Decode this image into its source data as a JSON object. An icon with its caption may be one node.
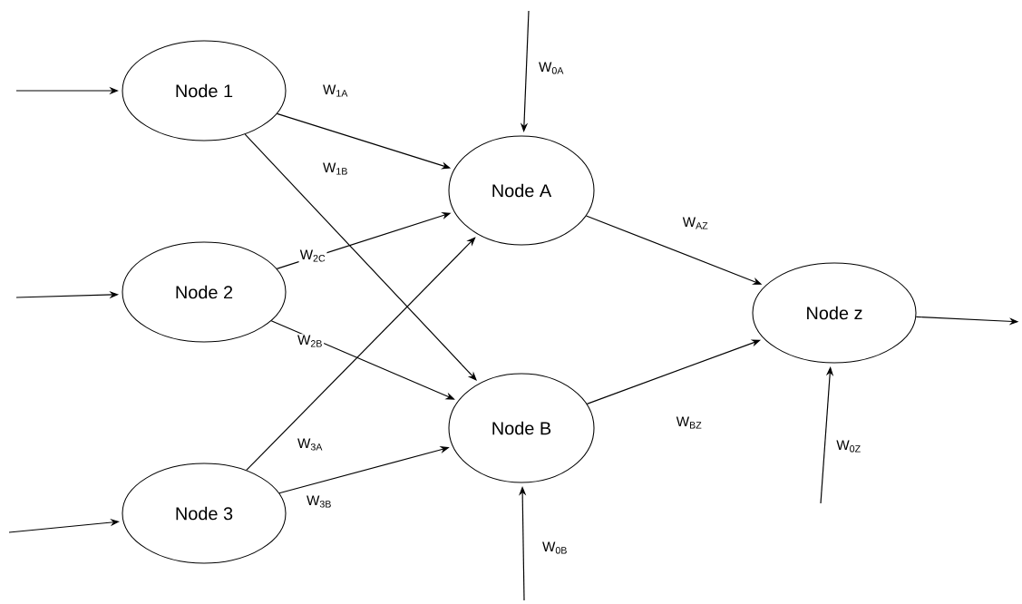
{
  "diagram": {
    "nodes": [
      {
        "text": [
          "Node 1"
        ]
      },
      {
        "text": [
          "Node 2"
        ]
      },
      {
        "text": [
          "Node 3"
        ]
      },
      {
        "text": [
          "Node A"
        ]
      },
      {
        "text": [
          "Node B"
        ]
      },
      {
        "text": [
          "Node z"
        ]
      }
    ],
    "edges": [
      {
        "from": null,
        "to": 0,
        "arrow": "to"
      },
      {
        "from": null,
        "to": 1,
        "arrow": "to"
      },
      {
        "from": null,
        "to": 2,
        "arrow": "to"
      },
      {
        "from": 0,
        "to": 3,
        "arrow": "to",
        "label": "W$_{1A}$"
      },
      {
        "from": 0,
        "to": 4,
        "arrow": "to",
        "label": "W$_{1B}$"
      },
      {
        "from": 1,
        "to": 3,
        "arrow": "to",
        "label": "W$_{2C}$"
      },
      {
        "from": 1,
        "to": 4,
        "arrow": "to",
        "label": "W$_{2B}$"
      },
      {
        "from": 2,
        "to": 3,
        "arrow": "to",
        "label": "W$_{3A}$"
      },
      {
        "from": 2,
        "to": 4,
        "arrow": "to",
        "label": "W$_{3B}$"
      },
      {
        "from": null,
        "to": 3,
        "arrow": "to",
        "label": "W$_{0A}$"
      },
      {
        "from": null,
        "to": 4,
        "arrow": "to",
        "label": "W$_{0B}$"
      },
      {
        "from": 3,
        "to": 5,
        "arrow": "to",
        "label": "W$_{AZ}$"
      },
      {
        "from": 4,
        "to": 5,
        "arrow": "to",
        "label": "W$_{BZ}$"
      },
      {
        "from": null,
        "to": 5,
        "arrow": "to",
        "label": "W$_{0Z}$"
      },
      {
        "from": 5,
        "to": null,
        "arrow": "to"
      }
    ]
  }
}
